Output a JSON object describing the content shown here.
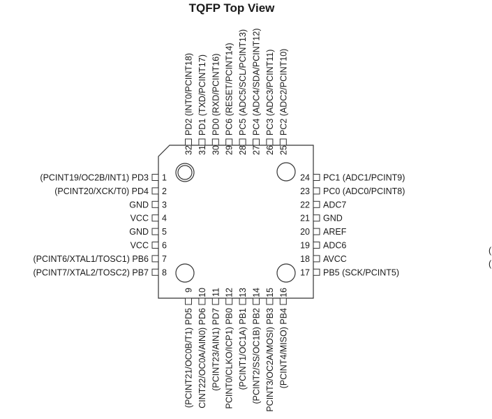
{
  "title": "TQFP Top View",
  "left_pins": [
    {
      "num": "1",
      "label": "(PCINT19/OC2B/INT1) PD3"
    },
    {
      "num": "2",
      "label": "(PCINT20/XCK/T0) PD4"
    },
    {
      "num": "3",
      "label": "GND"
    },
    {
      "num": "4",
      "label": "VCC"
    },
    {
      "num": "5",
      "label": "GND"
    },
    {
      "num": "6",
      "label": "VCC"
    },
    {
      "num": "7",
      "label": "(PCINT6/XTAL1/TOSC1) PB6"
    },
    {
      "num": "8",
      "label": "(PCINT7/XTAL2/TOSC2) PB7"
    }
  ],
  "right_pins": [
    {
      "num": "24",
      "label": "PC1 (ADC1/PCINT9)"
    },
    {
      "num": "23",
      "label": "PC0 (ADC0/PCINT8)"
    },
    {
      "num": "22",
      "label": "ADC7"
    },
    {
      "num": "21",
      "label": "GND"
    },
    {
      "num": "20",
      "label": "AREF"
    },
    {
      "num": "19",
      "label": "ADC6"
    },
    {
      "num": "18",
      "label": "AVCC"
    },
    {
      "num": "17",
      "label": "PB5 (SCK/PCINT5)"
    }
  ],
  "top_pins": [
    {
      "num": "32",
      "label": "PD2 (INT0/PCINT18)"
    },
    {
      "num": "31",
      "label": "PD1 (TXD/PCINT17)"
    },
    {
      "num": "30",
      "label": "PD0 (RXD/PCINT16)"
    },
    {
      "num": "29",
      "label": "PC6 (RESET/PCINT14)"
    },
    {
      "num": "28",
      "label": "PC5 (ADC5/SCL/PCINT13)"
    },
    {
      "num": "27",
      "label": "PC4 (ADC4/SDA/PCINT12)"
    },
    {
      "num": "26",
      "label": "PC3 (ADC3/PCINT11)"
    },
    {
      "num": "25",
      "label": "PC2 (ADC2/PCINT10)"
    }
  ],
  "bottom_pins": [
    {
      "num": "9",
      "label": "(PCINT21/OC0B/T1) PD5"
    },
    {
      "num": "10",
      "label": "CINT22/OC0A/AIN0) PD6"
    },
    {
      "num": "11",
      "label": "(PCINT23/AIN1) PD7"
    },
    {
      "num": "12",
      "label": "PCINT0/CLKO/ICP1) PB0"
    },
    {
      "num": "13",
      "label": "(PCINT1/OC1A) PB1"
    },
    {
      "num": "14",
      "label": "(PCINT2/SS/OC1B) PB2"
    },
    {
      "num": "15",
      "label": "PCINT3/OC2A/MOSI) PB3"
    },
    {
      "num": "16",
      "label": "(PCINT4/MISO) PB4"
    }
  ],
  "edge_fragments": [
    "(",
    "("
  ]
}
